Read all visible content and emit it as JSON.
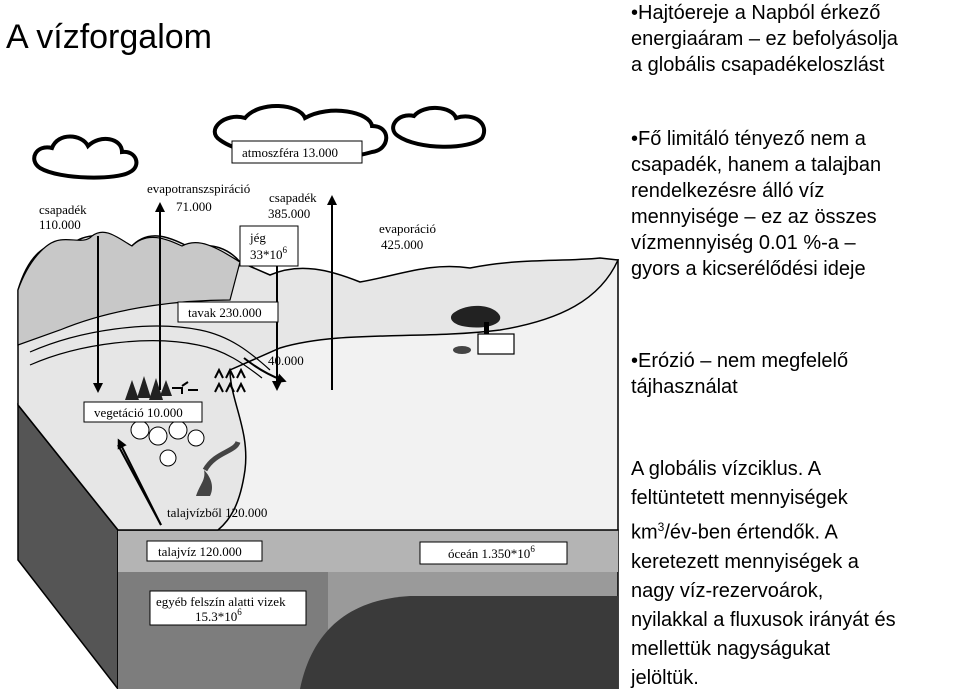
{
  "title": "A vízforgalom",
  "bullets": [
    {
      "lines": [
        "•Hajtóereje a Napból érkező",
        "energiaáram – ez befolyásolja",
        "a globális csapadékeloszlást"
      ]
    },
    {
      "lines": [
        "•Fő limitáló tényező nem a",
        "csapadék, hanem a talajban",
        "rendelkezésre álló víz",
        "mennyisége – ez az összes",
        "vízmennyiség 0.01 %-a –",
        "gyors a kicserélődési ideje"
      ]
    },
    {
      "lines": [
        "•Erózió – nem megfelelő",
        "tájhasználat"
      ]
    }
  ],
  "caption": {
    "line1": "A globális vízciklus. A",
    "line2": "feltüntetett mennyiségek",
    "line3_pre": "km",
    "line3_sup": "3",
    "line3_post": "/év-ben értendők. A",
    "line4": "keretezett mennyiségek a",
    "line5": "nagy víz-rezervoárok,",
    "line6": "nyilakkal a fluxusok irányát és",
    "line7": "mellettük nagyságukat",
    "line8": "jelöltük."
  },
  "diagram": {
    "atmosphere": "atmoszféra 13.000",
    "precip_land_label": "csapadék",
    "precip_land_value": "110.000",
    "evapotrans_label": "evapotranszspiráció",
    "evapotrans_value": "71.000",
    "precip_ocean_label": "csapadék",
    "precip_ocean_value": "385.000",
    "ice_label": "jég",
    "ice_value": "33*10",
    "ice_exp": "6",
    "evaporation_label": "evaporáció",
    "evaporation_value": "425.000",
    "lakes": "tavak 230.000",
    "runoff": "40.000",
    "vegetation": "vegetáció 10.000",
    "from_groundwater": "talajvízből 120.000",
    "groundwater": "talajvíz 120.000",
    "ocean": "óceán 1.350*10",
    "ocean_exp": "6",
    "other_label": "egyéb felszín alatti vizek",
    "other_value": "15.3*10",
    "other_exp": "6"
  }
}
